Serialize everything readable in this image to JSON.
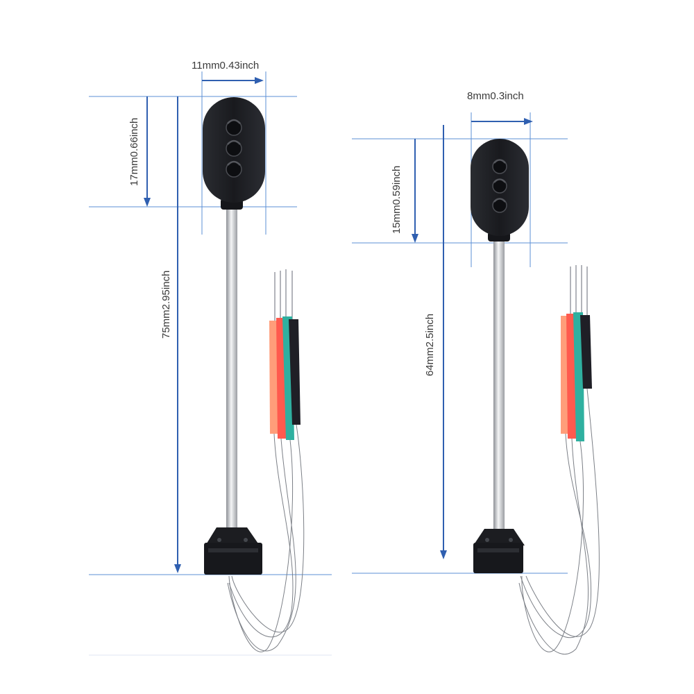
{
  "signals": [
    {
      "width_label": "11mm0.43inch",
      "head_height_label": "17mm0.66inch",
      "total_height_label": "75mm2.95inch"
    },
    {
      "width_label": "8mm0.3inch",
      "head_height_label": "15mm0.59inch",
      "total_height_label": "64mm2.5inch"
    }
  ],
  "colors": {
    "dimension_line": "#5b8fd6",
    "arrow": "#2f5fb0",
    "signal_head": "#1c1e22",
    "pole": "#c9ccd0",
    "wire_red": "#ff5a4e",
    "wire_orange": "#ff9d7a",
    "wire_teal": "#2fb0a0",
    "wire_black": "#1f1f26"
  }
}
